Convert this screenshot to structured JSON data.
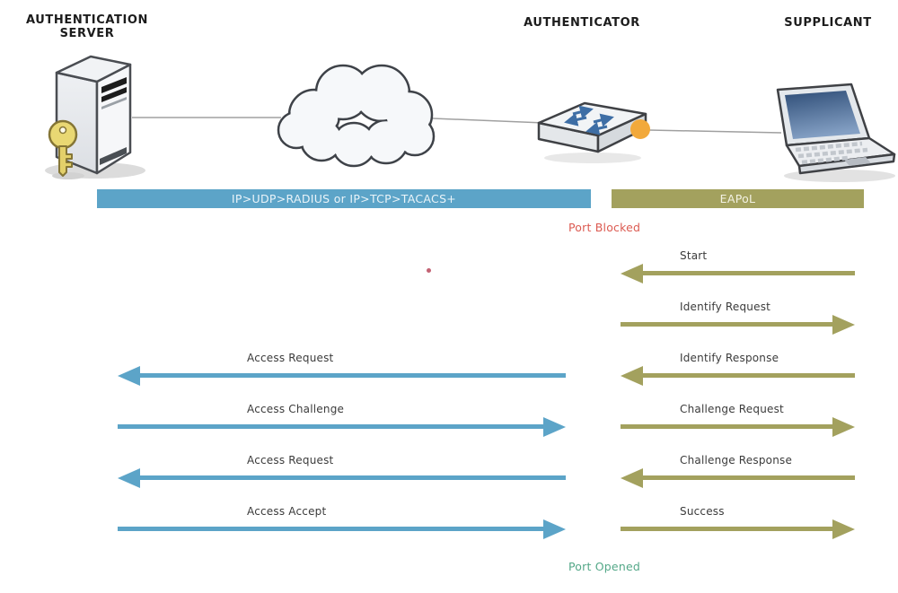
{
  "actors": {
    "authentication_server": {
      "line1": "AUTHENTICATION",
      "line2": "SERVER"
    },
    "authenticator": {
      "label": "AUTHENTICATOR"
    },
    "supplicant": {
      "label": "SUPPLICANT"
    }
  },
  "protocol_bars": {
    "radius": {
      "label": "IP>UDP>RADIUS or IP>TCP>TACACS+",
      "color": "#5CA4C8"
    },
    "eapol": {
      "label": "EAPoL",
      "color": "#A3A15E"
    }
  },
  "port_status": {
    "blocked": {
      "label": "Port Blocked",
      "color": "#DC5B52"
    },
    "opened": {
      "label": "Port Opened",
      "color": "#54A888"
    }
  },
  "messages": {
    "radius": [
      {
        "label": "Access Request",
        "direction": "left"
      },
      {
        "label": "Access Challenge",
        "direction": "right"
      },
      {
        "label": "Access Request",
        "direction": "left"
      },
      {
        "label": "Access Accept",
        "direction": "right"
      }
    ],
    "eapol": [
      {
        "label": "Start",
        "direction": "left"
      },
      {
        "label": "Identify Request",
        "direction": "right"
      },
      {
        "label": "Identify Response",
        "direction": "left"
      },
      {
        "label": "Challenge Request",
        "direction": "right"
      },
      {
        "label": "Challenge Response",
        "direction": "left"
      },
      {
        "label": "Success",
        "direction": "right"
      }
    ]
  },
  "icons": {
    "server": "server-with-key-icon",
    "cloud": "network-cloud-icon",
    "switch": "network-switch-icon",
    "port_indicator": "orange-port-dot-icon",
    "laptop": "laptop-icon"
  },
  "colors": {
    "radius_blue": "#5CA4C8",
    "eapol_olive": "#A3A15E",
    "port_blocked_red": "#DC5B52",
    "port_opened_green": "#54A888",
    "port_dot_orange": "#F2A93B"
  }
}
